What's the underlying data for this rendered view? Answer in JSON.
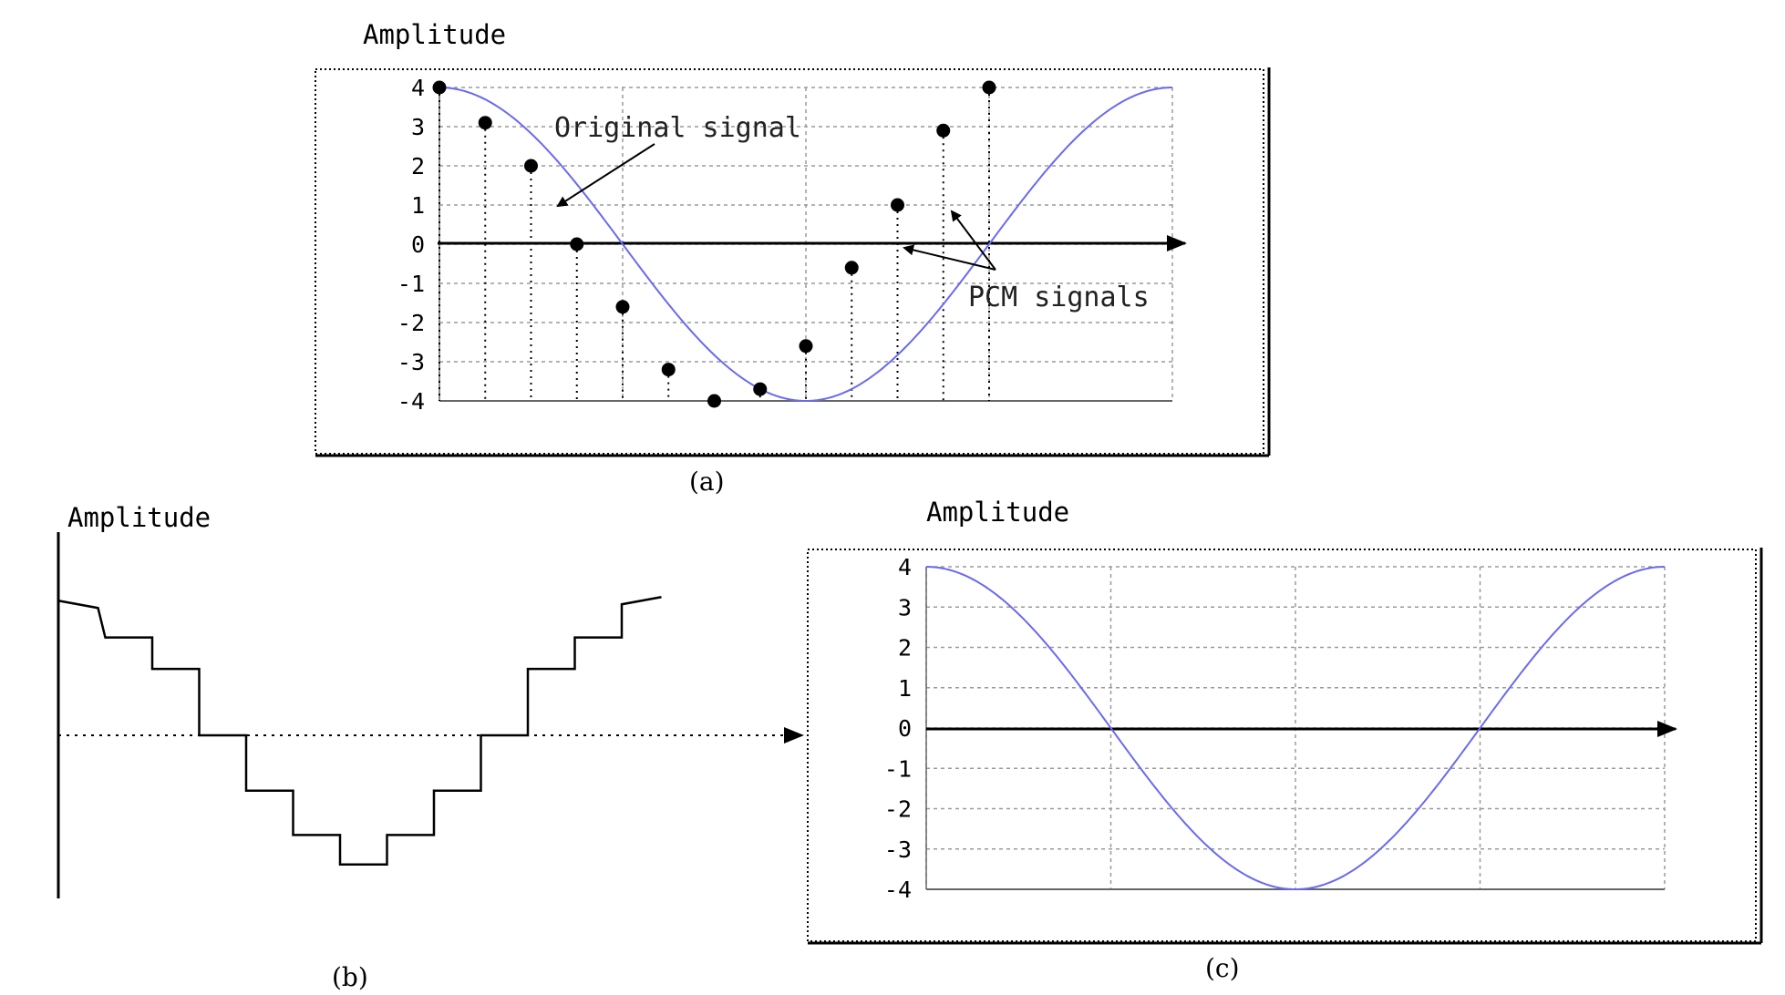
{
  "chart_data": [
    {
      "type": "line",
      "panel": "a",
      "caption": "(a)",
      "ylabel": "Amplitude",
      "yticks": [
        "4",
        "3",
        "2",
        "1",
        "0",
        "-1",
        "-2",
        "-3",
        "-4"
      ],
      "ylim": [
        -4,
        4
      ],
      "grid": true,
      "series": [
        {
          "kind": "curve",
          "function": "4cos",
          "x_range": [
            0,
            1
          ]
        },
        {
          "kind": "samples",
          "x": [
            0,
            0.0625,
            0.125,
            0.1875,
            0.25,
            0.3125,
            0.375,
            0.4375,
            0.5,
            0.5625,
            0.625,
            0.6875,
            0.75
          ],
          "values": [
            4,
            3.1,
            2,
            0,
            -1.6,
            -3.2,
            -4,
            -3.7,
            -2.6,
            -0.6,
            1,
            2.9,
            4
          ]
        }
      ],
      "annotations": [
        {
          "text": "Original signal",
          "target": "curve"
        },
        {
          "text": "PCM signals",
          "target": "samples"
        }
      ]
    },
    {
      "type": "line",
      "panel": "b",
      "caption": "(b)",
      "ylabel": "Amplitude",
      "series": [
        {
          "kind": "staircase",
          "levels": [
            3.55,
            2.65,
            1.8,
            0,
            -1.5,
            -2.7,
            -3.5,
            -2.7,
            -1.5,
            0,
            1.8,
            2.65,
            3.55
          ]
        }
      ]
    },
    {
      "type": "line",
      "panel": "c",
      "caption": "(c)",
      "ylabel": "Amplitude",
      "yticks": [
        "4",
        "3",
        "2",
        "1",
        "0",
        "-1",
        "-2",
        "-3",
        "-4"
      ],
      "ylim": [
        -4,
        4
      ],
      "grid": true,
      "series": [
        {
          "kind": "curve",
          "function": "4cos",
          "x_range": [
            0,
            1
          ]
        }
      ]
    }
  ],
  "ui": {
    "a_ylabel": "Amplitude",
    "b_ylabel": "Amplitude",
    "c_ylabel": "Amplitude",
    "a_caption": "(a)",
    "b_caption": "(b)",
    "c_caption": "(c)",
    "ann_original": "Original signal",
    "ann_pcm": "PCM signals",
    "colors": {
      "curve": "#6a6af0",
      "ink": "#000000",
      "grid": "#9a9a9a"
    }
  }
}
